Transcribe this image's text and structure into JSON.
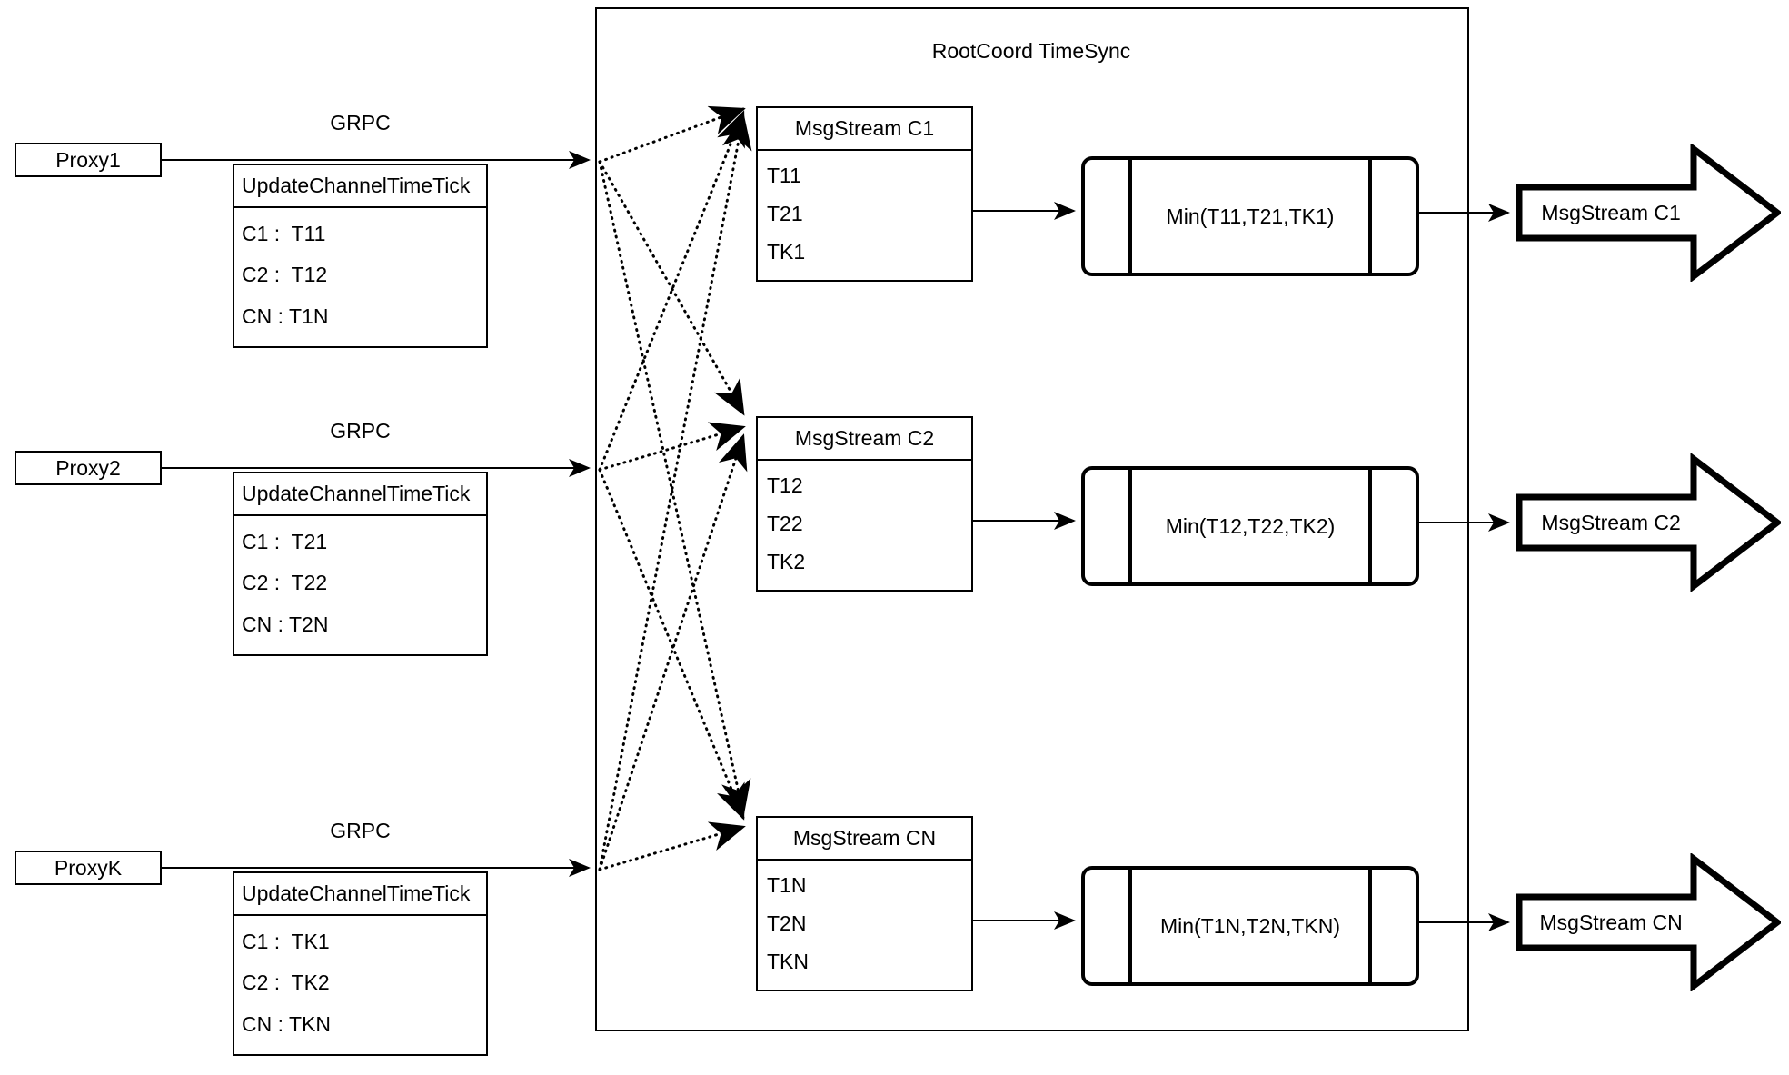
{
  "diagram": {
    "title": "RootCoord TimeSync",
    "container_label": "RootCoord TimeSync"
  },
  "colors": {
    "stroke": "#000000",
    "background": "#ffffff"
  },
  "rows": [
    {
      "proxy": "Proxy1",
      "grpc_label": "GRPC",
      "request": {
        "header": "UpdateChannelTimeTick",
        "entries": [
          "C1 :  T11",
          "C2 :  T12",
          "CN : T1N"
        ]
      },
      "msgstream": {
        "header": "MsgStream C1",
        "items": [
          "T11",
          "T21",
          "TK1"
        ]
      },
      "min": "Min(T11,T21,TK1)",
      "output": "MsgStream C1"
    },
    {
      "proxy": "Proxy2",
      "grpc_label": "GRPC",
      "request": {
        "header": "UpdateChannelTimeTick",
        "entries": [
          "C1 :  T21",
          "C2 :  T22",
          "CN : T2N"
        ]
      },
      "msgstream": {
        "header": "MsgStream C2",
        "items": [
          "T12",
          "T22",
          "TK2"
        ]
      },
      "min": "Min(T12,T22,TK2)",
      "output": "MsgStream C2"
    },
    {
      "proxy": "ProxyK",
      "grpc_label": "GRPC",
      "request": {
        "header": "UpdateChannelTimeTick",
        "entries": [
          "C1 :  TK1",
          "C2 :  TK2",
          "CN : TKN"
        ]
      },
      "msgstream": {
        "header": "MsgStream CN",
        "items": [
          "T1N",
          "T2N",
          "TKN"
        ]
      },
      "min": "Min(T1N,T2N,TKN)",
      "output": "MsgStream CN"
    }
  ]
}
